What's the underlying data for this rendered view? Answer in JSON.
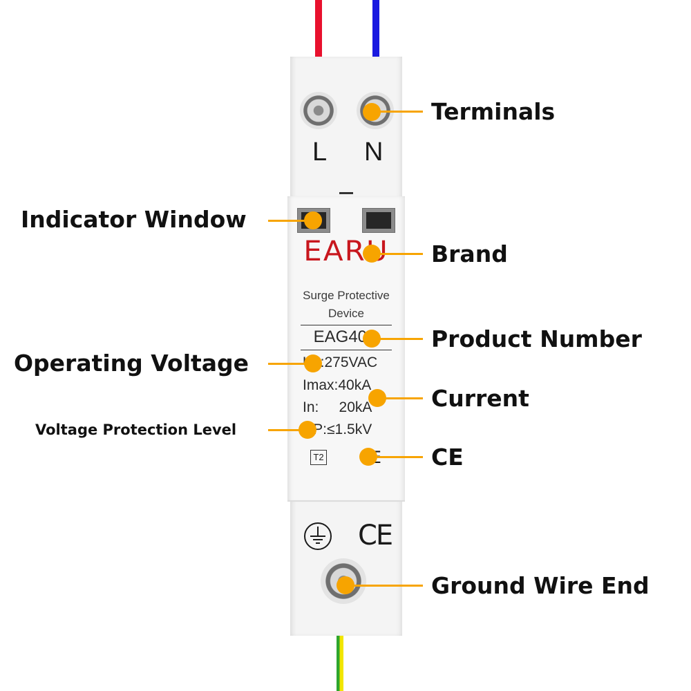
{
  "device": {
    "terminal_left": "L",
    "terminal_right": "N",
    "brand": "EARU",
    "title_line1": "Surge Protective",
    "title_line2": "Device",
    "model": "EAG40C",
    "spec_uc": "Uc:275VAC",
    "spec_imax": "Imax:40kA",
    "spec_in": "In:     20kA",
    "spec_up": "UP:≤1.5kV",
    "type_mark": "T2",
    "ce_mark": "CE",
    "ground_symbol": "ground-icon"
  },
  "callouts": {
    "terminals": "Terminals",
    "indicator_window": "Indicator Window",
    "brand": "Brand",
    "product_number": "Product Number",
    "operating_voltage": "Operating Voltage",
    "current": "Current",
    "voltage_protection_level": "Voltage Protection Level",
    "ce": "CE",
    "ground_wire_end": "Ground Wire End"
  },
  "colors": {
    "wire_live": "#e8112d",
    "wire_neutral": "#1a1ae0",
    "wire_ground_green": "#2ea62e",
    "wire_ground_yellow": "#f2e600",
    "callout": "#f7a400",
    "brand_red": "#c8171e"
  }
}
